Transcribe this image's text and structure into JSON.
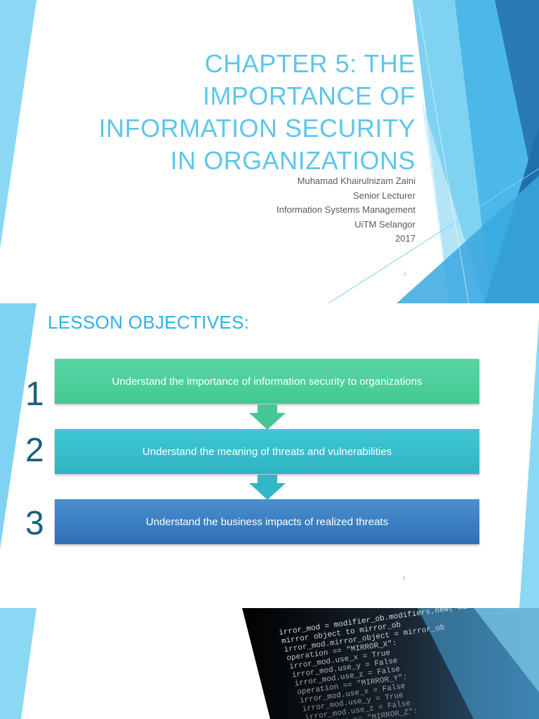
{
  "slide1": {
    "title_lines": [
      "CHAPTER 5: THE",
      "IMPORTANCE OF",
      "INFORMATION SECURITY",
      "IN ORGANIZATIONS"
    ],
    "subtitle_lines": [
      "Muhamad Khairulnizam Zaini",
      "Senior Lecturer",
      "Information Systems Management",
      "UiTM Selangor",
      "2017"
    ],
    "slide_number": "1"
  },
  "slide2": {
    "heading": "LESSON OBJECTIVES:",
    "objectives": [
      {
        "number": "1",
        "text": "Understand the importance of information security to organizations"
      },
      {
        "number": "2",
        "text": "Understand the meaning of threats and vulnerabilities"
      },
      {
        "number": "3",
        "text": "Understand the business impacts of realized threats"
      }
    ],
    "slide_number": "2"
  },
  "slide3": {
    "code_lines": [
      "irror_mod = modifier_ob.modifiers.new(\"mirror_",
      "mirror object to mirror_ob",
      "irror_mod.mirror_object = mirror_ob",
      "operation == \"MIRROR_X\":",
      "irror_mod.use_x = True",
      "irror_mod.use_y = False",
      "irror_mod.use_z = False",
      "operation == \"MIRROR_Y\":",
      "irror_mod.use_x = False",
      "irror_mod.use_y = True",
      "irror_mod.use_z = False",
      "operation == \"MIRROR_Z\":"
    ]
  },
  "colors": {
    "title": "#5ec6ea",
    "heading": "#2fb2e6",
    "number": "#17607e",
    "box1": "#4dcf9c",
    "box2": "#34bccb",
    "box3": "#3a7fc2",
    "accent_light": "#8ad8f4",
    "accent_mid": "#41b3e6",
    "accent_dark": "#1e6fa6"
  }
}
